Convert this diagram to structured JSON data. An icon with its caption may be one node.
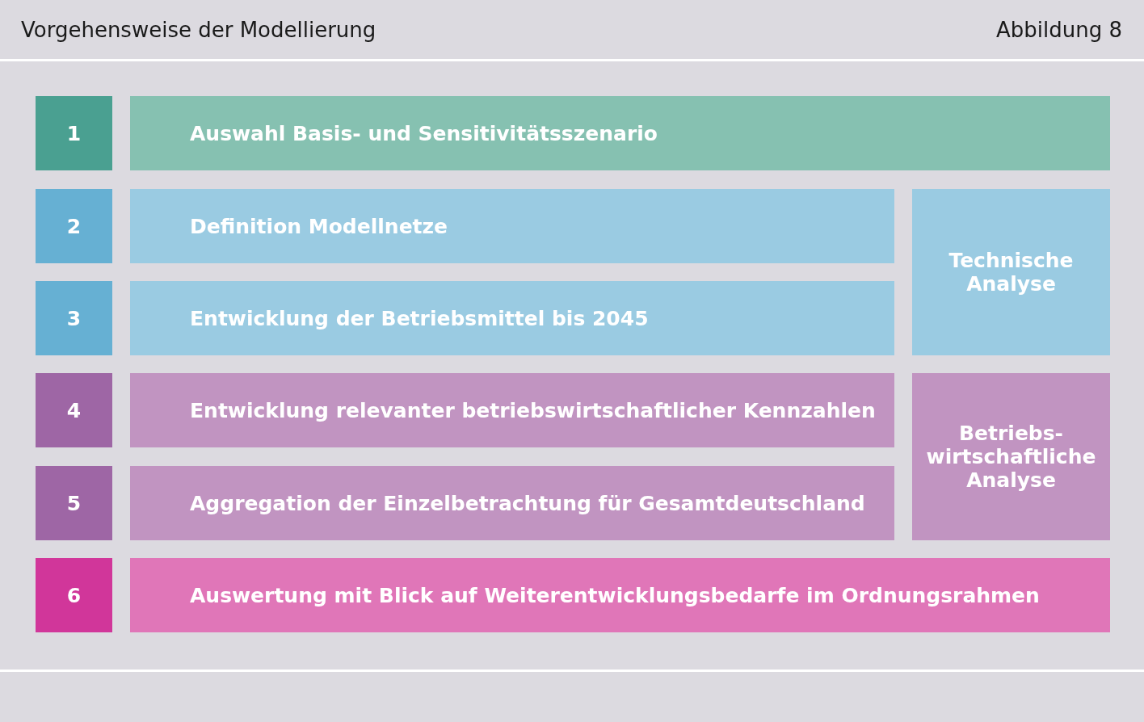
{
  "diagram": {
    "title": "Vorgehensweise der Modellierung",
    "nodes": [
      {
        "text": [
          "1"
        ]
      },
      {
        "text": [
          "Auswahl Basis- und Sensitivitätsszenario"
        ]
      },
      {
        "text": [
          "2"
        ]
      },
      {
        "text": [
          "Definition Modellnetze"
        ]
      },
      {
        "text": [
          "Technische Analyse"
        ]
      },
      {
        "text": [
          "3"
        ]
      },
      {
        "text": [
          "Entwicklung der Betriebsmittel bis 2045"
        ]
      },
      {
        "text": [
          "4"
        ]
      },
      {
        "text": [
          "Entwicklung relevanter betriebswirtschaftlicher Kennzahlen"
        ]
      },
      {
        "text": [
          "Betriebs- wirtschaftliche Analyse"
        ]
      },
      {
        "text": [
          "5"
        ]
      },
      {
        "text": [
          "Aggregation der Einzelbetrachtung für Gesamtdeutschland"
        ]
      },
      {
        "text": [
          "6"
        ]
      },
      {
        "text": [
          "Auswertung mit Blick auf Weiterentwicklungsbedarfe im Ordnungsrahmen"
        ]
      }
    ],
    "labels": [
      "Abbildung 8"
    ]
  }
}
